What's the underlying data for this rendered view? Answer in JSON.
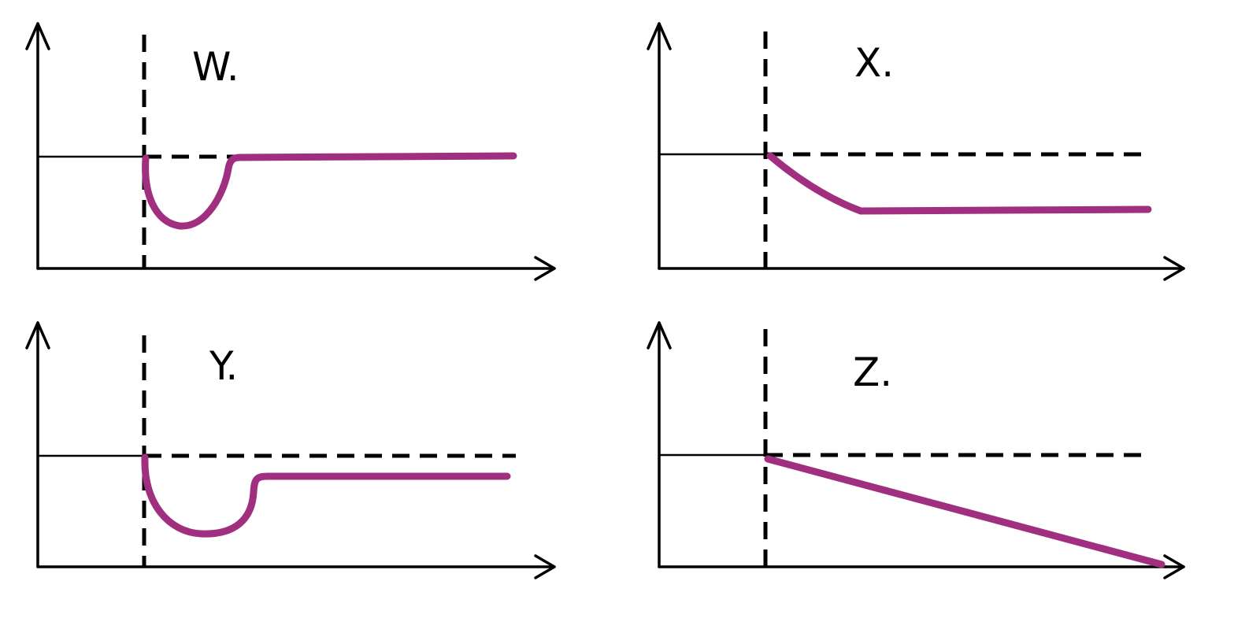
{
  "colors": {
    "curve": "#a0307f",
    "ink": "#000000"
  },
  "panels": [
    {
      "id": "W",
      "label": "W.",
      "shape": "dip-recover-to-baseline"
    },
    {
      "id": "X",
      "label": "X.",
      "shape": "decline-to-lower-plateau"
    },
    {
      "id": "Y",
      "label": "Y.",
      "shape": "dip-recover-to-lower-plateau"
    },
    {
      "id": "Z",
      "label": "Z.",
      "shape": "linear-decline"
    }
  ]
}
